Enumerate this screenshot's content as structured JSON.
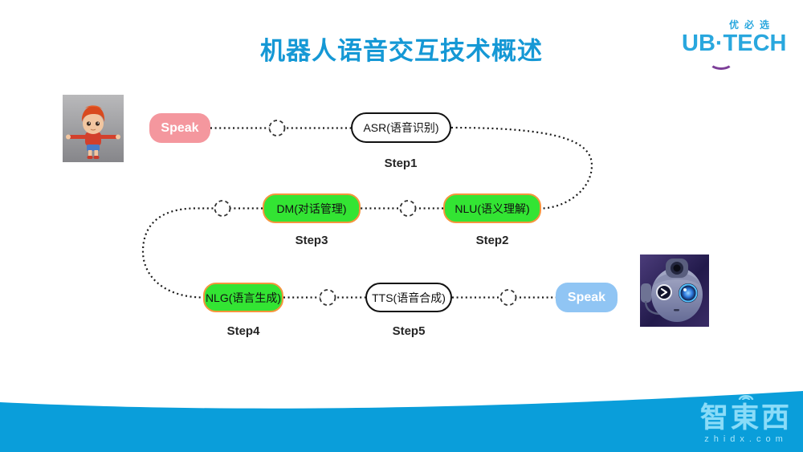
{
  "header": {
    "title": "机器人语音交互技术概述",
    "title_color": "#1598D5"
  },
  "logo": {
    "cn_name": "优必选",
    "en_name": "UB·TECH",
    "brand_color": "#29A7DE",
    "smile_color": "#7D3F98"
  },
  "images": {
    "left_image": "cartoon-boy-3d-model",
    "right_image": "ubtech-robot-head"
  },
  "flow": {
    "speak_in": {
      "label": "Speak",
      "color": "#F4979E"
    },
    "speak_out": {
      "label": "Speak",
      "color": "#90C5F4"
    },
    "nodes": [
      {
        "id": "asr",
        "label": "ASR(语音识别)",
        "step": "Step1",
        "style": "outline"
      },
      {
        "id": "nlu",
        "label": "NLU(语义理解)",
        "step": "Step2",
        "style": "green"
      },
      {
        "id": "dm",
        "label": "DM(对话管理)",
        "step": "Step3",
        "style": "green"
      },
      {
        "id": "nlg",
        "label": "NLG(语言生成)",
        "step": "Step4",
        "style": "green"
      },
      {
        "id": "tts",
        "label": "TTS(语音合成)",
        "step": "Step5",
        "style": "outline"
      }
    ],
    "green_fill": "#33E433",
    "green_border": "#F5953C",
    "connector_color": "#1A1A1A"
  },
  "footer": {
    "watermark_name": "智東西",
    "watermark_domain": "zhidx.com",
    "bar_color": "#0A9EDA",
    "watermark_text_color": "#8ADCF8"
  }
}
